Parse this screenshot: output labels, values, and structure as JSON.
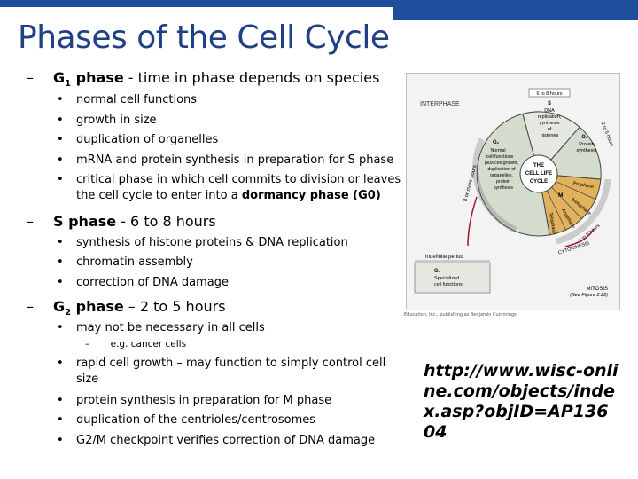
{
  "slide": {
    "title": "Phases of the Cell Cycle",
    "sections": [
      {
        "dash": "–",
        "phase_main": "G",
        "phase_sub": "1",
        "phase_suffix": " phase",
        "desc": " - time in phase depends on species",
        "bullets": [
          "normal cell functions",
          "growth in size",
          "duplication of organelles",
          "mRNA and protein synthesis in preparation for S phase",
          "critical phase in which cell commits to division or leaves the cell cycle to enter into a dormancy phase (G0)"
        ]
      },
      {
        "dash": "–",
        "phase_main": "S phase",
        "desc": "  - 6 to 8 hours",
        "bullets": [
          "synthesis of histone proteins & DNA replication",
          "chromatin assembly",
          "correction of DNA damage"
        ]
      },
      {
        "dash": "–",
        "phase_main": "G",
        "phase_sub": "2",
        "phase_suffix": " phase",
        "desc": " – 2 to 5 hours",
        "bullets": [
          "may not be necessary in all cells",
          "rapid cell growth – may function to simply control cell size",
          "protein synthesis in preparation for M phase",
          "duplication of the centrioles/centrosomes",
          "G2/M checkpoint verifies correction of DNA damage"
        ],
        "sub_dash": "–",
        "sub_note": "e.g. cancer cells"
      }
    ],
    "bullet_char": "•",
    "link": "http://www.wisc-online.com/objects/index.asp?objID=AP13604",
    "dormancy_phrase": "dormancy phase (G0)"
  },
  "figure": {
    "interphase": "INTERPHASE",
    "s_hours": "6 to 8 hours",
    "s_label": "S",
    "s_text": [
      "DNA",
      "replication,",
      "synthesis",
      "of",
      "histones"
    ],
    "g2_label": "G₂",
    "g2_text": [
      "Protein",
      "synthesis"
    ],
    "g2_hours": "2 to 5 hours",
    "g1_label": "G₁",
    "g1_text": [
      "Normal",
      "cell functions",
      "plus cell growth,",
      "duplication of",
      "organelles,",
      "protein",
      "synthesis"
    ],
    "g1_hours": "8 or more hours",
    "center": [
      "THE",
      "CELL LIFE",
      "CYCLE"
    ],
    "m_label": "M",
    "prophase": "Prophase",
    "metaphase": "Metaphase",
    "anaphase": "Anaphase",
    "telophase": "Telophase",
    "m_hours": "1 to 3 hours",
    "cytokinesis": "CYTOKINESIS",
    "indefinite": "Indefinite period",
    "g0_label": "G₀",
    "g0_text": [
      "Specialized",
      "cell functions"
    ],
    "mitosis": "MITOSIS",
    "see": "(See Figure 2.22)",
    "credit": "Education, Inc., publishing as Benjamin Cummings.",
    "colors": {
      "g1": "#d3dccd",
      "s": "#e4e8e1",
      "g2": "#d3dccd",
      "m": "#e0b25c",
      "border": "#333333",
      "arrow": "#9b1c2a"
    }
  }
}
